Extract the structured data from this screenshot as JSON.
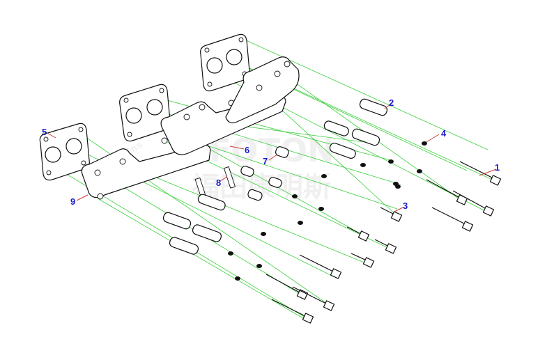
{
  "diagram": {
    "callouts": [
      {
        "id": "c1",
        "label": "1"
      },
      {
        "id": "c2",
        "label": "2"
      },
      {
        "id": "c3",
        "label": "3"
      },
      {
        "id": "c4",
        "label": "4"
      },
      {
        "id": "c5",
        "label": "5"
      },
      {
        "id": "c6",
        "label": "6"
      },
      {
        "id": "c7",
        "label": "7"
      },
      {
        "id": "c8",
        "label": "8"
      },
      {
        "id": "c9",
        "label": "9"
      }
    ],
    "watermark": {
      "brand": "FOTON",
      "chinese": "福田康明斯",
      "script": "cummins"
    },
    "colors": {
      "guide": "#3bcf3b",
      "leader": "#d23a3a",
      "callout_text": "#1a1acc",
      "outline": "#111111"
    }
  }
}
